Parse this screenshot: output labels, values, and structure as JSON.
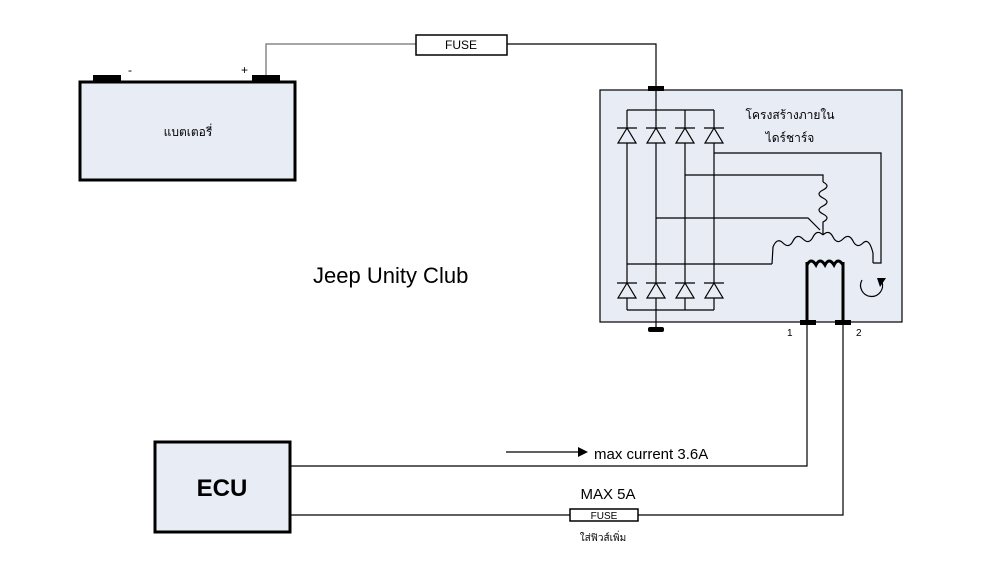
{
  "diagram": {
    "watermark": "Jeep Unity Club",
    "battery": {
      "label": "แบตเตอรี่",
      "neg": "-",
      "pos": "+"
    },
    "fuse_top": "FUSE",
    "alternator": {
      "title_line1": "โครงสร้างภายใน",
      "title_line2": "ไดร์ชาร์จ",
      "terminal1": "1",
      "terminal2": "2"
    },
    "ecu": {
      "label": "ECU"
    },
    "current_note": "max current 3.6A",
    "max_label": "MAX 5A",
    "fuse_bottom": "FUSE",
    "fuse_bottom_note": "ใส่ฟิวส์เพิ่ม"
  },
  "colors": {
    "box_fill": "#e8ecf5",
    "line": "#000000"
  }
}
